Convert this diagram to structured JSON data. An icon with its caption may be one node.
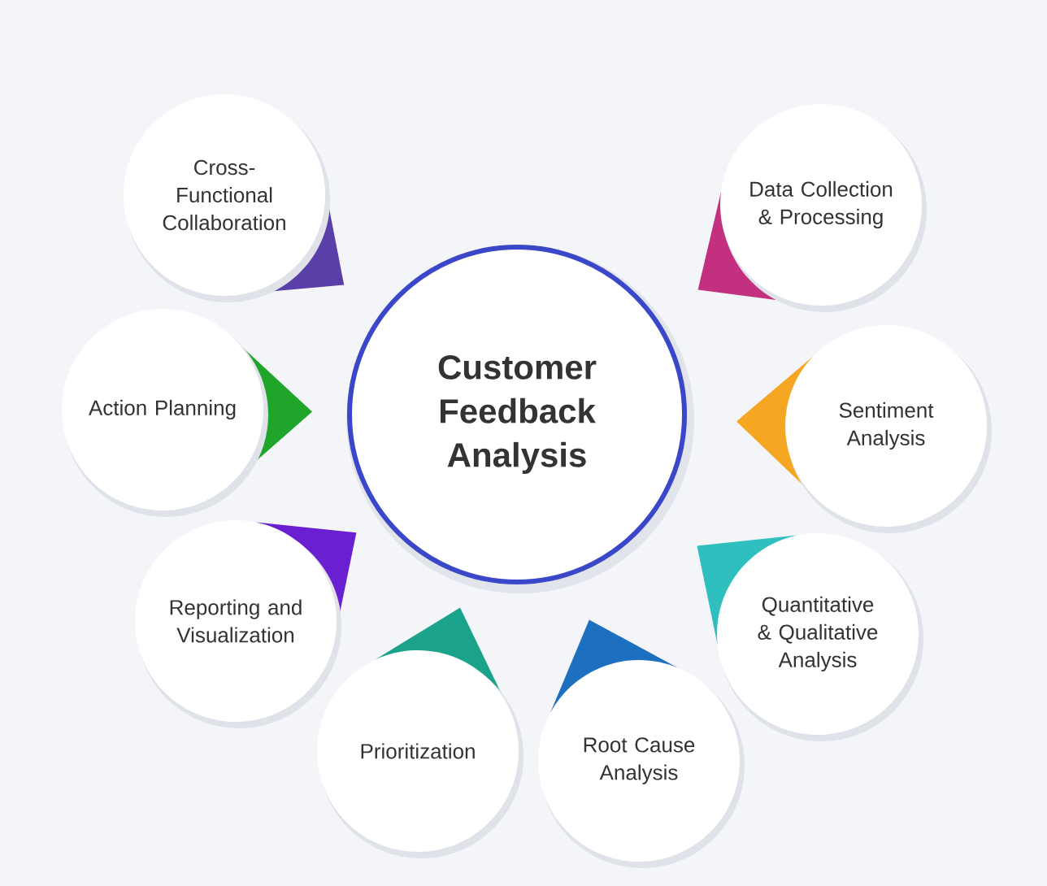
{
  "diagram": {
    "nodes": [
      {
        "text": [
          "Customer Feedback Analysis"
        ]
      },
      {
        "text": [
          "Cross-Functional Collaboration"
        ]
      },
      {
        "text": [
          "Data Collection & Processing"
        ]
      },
      {
        "text": [
          "Action Planning"
        ]
      },
      {
        "text": [
          "Sentiment Analysis"
        ]
      },
      {
        "text": [
          "Reporting and Visualization"
        ]
      },
      {
        "text": [
          "Quantitative & Qualitative Analysis"
        ]
      },
      {
        "text": [
          "Prioritization"
        ]
      },
      {
        "text": [
          "Root Cause Analysis"
        ]
      }
    ]
  }
}
